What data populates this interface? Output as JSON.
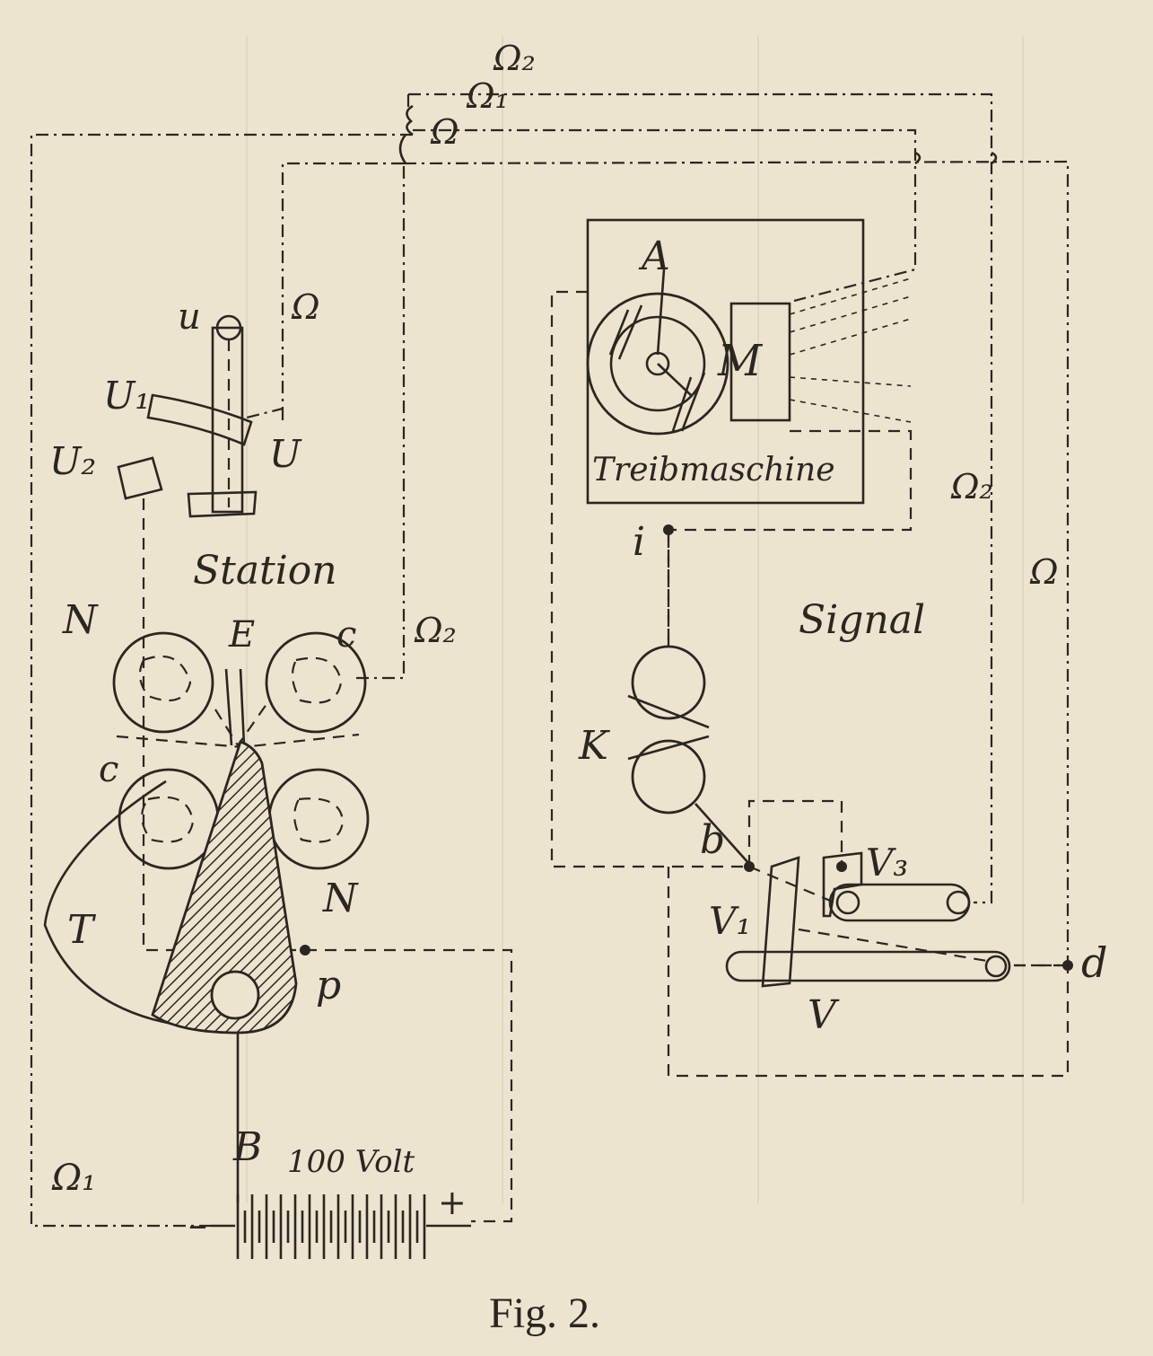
{
  "caption": "Fig. 2.",
  "labels": {
    "L2_top": "Ω₂",
    "L1_top": "Ω₁",
    "L_top": "Ω",
    "u": "u",
    "U1": "U₁",
    "U2": "U₂",
    "U": "U",
    "L_left": "Ω",
    "station": "Station",
    "N_upper": "N",
    "E": "E",
    "c_upper": "c",
    "L2_mid": "Ω₂",
    "c_lower": "c",
    "N_lower": "N",
    "T": "T",
    "p": "p",
    "B": "B",
    "volt": "100 Volt",
    "minus": "–",
    "plus": "+",
    "L1_bottom": "Ω₁",
    "A": "A",
    "M": "M",
    "treibmaschine": "Treibmaschine",
    "i": "i",
    "signal": "Signal",
    "L2_right": "Ω₂",
    "L_right": "Ω",
    "K": "K",
    "b": "b",
    "V3": "V₃",
    "V1": "V₁",
    "V": "V",
    "d": "d"
  }
}
